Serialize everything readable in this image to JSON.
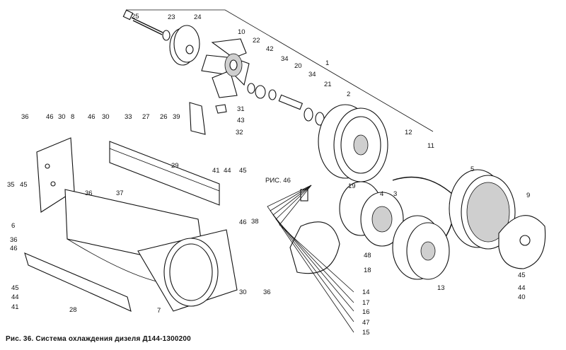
{
  "caption": "Рис. 36. Система охлаждения дизеля Д144-1300200",
  "ref_label": "РИС. 46",
  "callouts": [
    {
      "id": "c25",
      "text": "25"
    },
    {
      "id": "c23",
      "text": "23"
    },
    {
      "id": "c24",
      "text": "24"
    },
    {
      "id": "c10",
      "text": "10"
    },
    {
      "id": "c22",
      "text": "22"
    },
    {
      "id": "c42",
      "text": "42"
    },
    {
      "id": "c34a",
      "text": "34"
    },
    {
      "id": "c20",
      "text": "20"
    },
    {
      "id": "c34b",
      "text": "34"
    },
    {
      "id": "c21",
      "text": "21"
    },
    {
      "id": "c1",
      "text": "1"
    },
    {
      "id": "c2",
      "text": "2"
    },
    {
      "id": "c31",
      "text": "31"
    },
    {
      "id": "c43",
      "text": "43"
    },
    {
      "id": "c32",
      "text": "32"
    },
    {
      "id": "c33",
      "text": "33"
    },
    {
      "id": "c27",
      "text": "27"
    },
    {
      "id": "c26",
      "text": "26"
    },
    {
      "id": "c39",
      "text": "39"
    },
    {
      "id": "c36a",
      "text": "36"
    },
    {
      "id": "c46a",
      "text": "46"
    },
    {
      "id": "c30a",
      "text": "30"
    },
    {
      "id": "c8",
      "text": "8"
    },
    {
      "id": "c46b",
      "text": "46"
    },
    {
      "id": "c30b",
      "text": "30"
    },
    {
      "id": "c12",
      "text": "12"
    },
    {
      "id": "c11",
      "text": "11"
    },
    {
      "id": "c29",
      "text": "29"
    },
    {
      "id": "c41a",
      "text": "41"
    },
    {
      "id": "c44a",
      "text": "44"
    },
    {
      "id": "c45a",
      "text": "45"
    },
    {
      "id": "c35",
      "text": "35"
    },
    {
      "id": "c45b",
      "text": "45"
    },
    {
      "id": "c36b",
      "text": "36"
    },
    {
      "id": "c37",
      "text": "37"
    },
    {
      "id": "c19",
      "text": "19"
    },
    {
      "id": "c4",
      "text": "4"
    },
    {
      "id": "c3",
      "text": "3"
    },
    {
      "id": "c5",
      "text": "5"
    },
    {
      "id": "c9",
      "text": "9"
    },
    {
      "id": "c6",
      "text": "6"
    },
    {
      "id": "c38",
      "text": "38"
    },
    {
      "id": "c46c",
      "text": "46"
    },
    {
      "id": "c48",
      "text": "48"
    },
    {
      "id": "c36c",
      "text": "36"
    },
    {
      "id": "c46d",
      "text": "46"
    },
    {
      "id": "c18",
      "text": "18"
    },
    {
      "id": "c45c",
      "text": "45"
    },
    {
      "id": "c44b",
      "text": "44"
    },
    {
      "id": "c40",
      "text": "40"
    },
    {
      "id": "c13",
      "text": "13"
    },
    {
      "id": "c45d",
      "text": "45"
    },
    {
      "id": "c44c",
      "text": "44"
    },
    {
      "id": "c41b",
      "text": "41"
    },
    {
      "id": "c30c",
      "text": "30"
    },
    {
      "id": "c36d",
      "text": "36"
    },
    {
      "id": "c14",
      "text": "14"
    },
    {
      "id": "c17",
      "text": "17"
    },
    {
      "id": "c16",
      "text": "16"
    },
    {
      "id": "c47",
      "text": "47"
    },
    {
      "id": "c15",
      "text": "15"
    },
    {
      "id": "c28",
      "text": "28"
    },
    {
      "id": "c7",
      "text": "7"
    }
  ]
}
